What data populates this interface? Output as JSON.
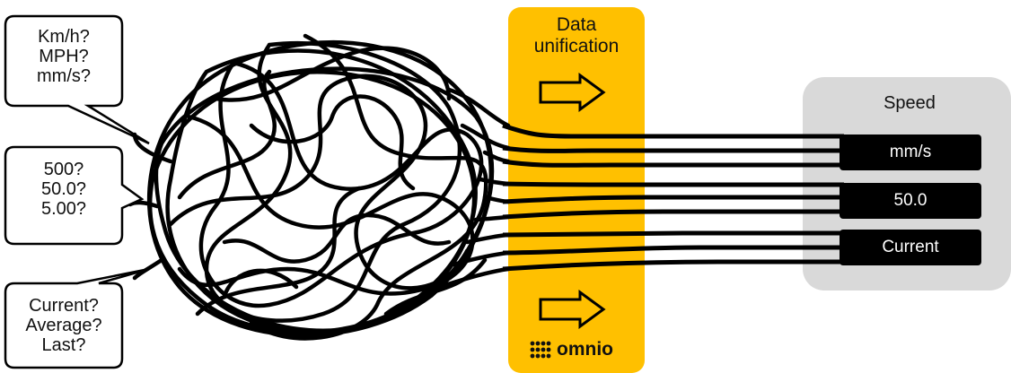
{
  "bubbles": [
    {
      "lines": [
        "Km/h?",
        "MPH?",
        "mm/s?"
      ]
    },
    {
      "lines": [
        "500?",
        "50.0?",
        "5.00?"
      ]
    },
    {
      "lines": [
        "Current?",
        "Average?",
        "Last?"
      ]
    }
  ],
  "unification": {
    "title_line1": "Data",
    "title_line2": "unification",
    "arrow_icon": "right-arrow-icon",
    "color": "#FFC000"
  },
  "brand": {
    "name": "omnio",
    "icon": "omnio-dots-logo"
  },
  "speed_panel": {
    "title": "Speed",
    "values": [
      "mm/s",
      "50.0",
      "Current"
    ],
    "panel_color": "#D9D9D9"
  }
}
